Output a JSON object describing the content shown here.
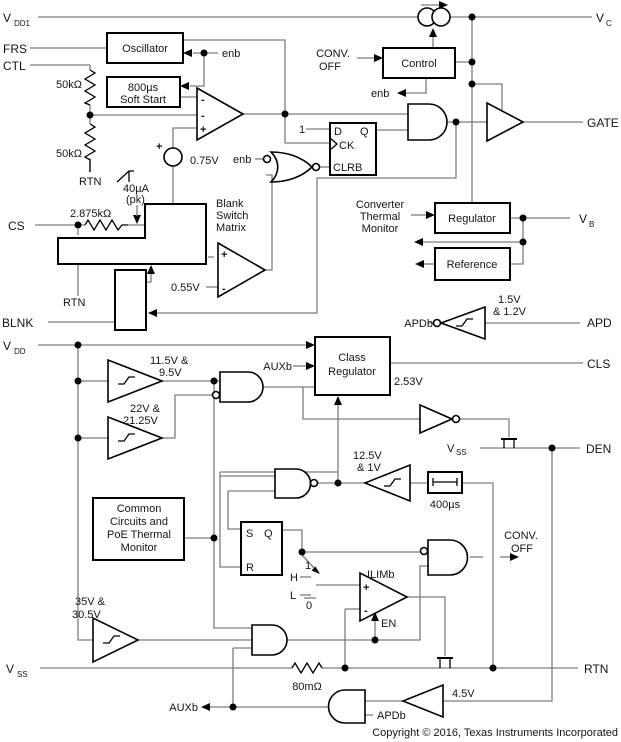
{
  "pins": {
    "vdd1": {
      "base": "V",
      "sub": "DD1"
    },
    "frs": "FRS",
    "ctl": "CTL",
    "cs": "CS",
    "blnk": "BLNK",
    "vdd": {
      "base": "V",
      "sub": "DD"
    },
    "vss": {
      "base": "V",
      "sub": "SS"
    },
    "vc": {
      "base": "V",
      "sub": "C"
    },
    "gate": "GATE",
    "vb": {
      "base": "V",
      "sub": "B"
    },
    "apd": "APD",
    "cls": "CLS",
    "den": "DEN",
    "rtn": "RTN"
  },
  "blocks": {
    "oscillator": "Oscillator",
    "soft_start": {
      "l1": "800µs",
      "l2": "Soft Start"
    },
    "control": "Control",
    "flip_flop": {
      "d": "D",
      "q": "Q",
      "ck": "CK",
      "clrb": "CLRB",
      "one": "1"
    },
    "blank_matrix": {
      "l1": "Blank",
      "l2": "Switch",
      "l3": "Matrix"
    },
    "thermal_monitor": {
      "l1": "Converter",
      "l2": "Thermal",
      "l3": "Monitor"
    },
    "regulator": "Regulator",
    "reference": "Reference",
    "class_regulator": {
      "l1": "Class",
      "l2": "Regulator"
    },
    "common_circuits": {
      "l1": "Common",
      "l2": "Circuits and",
      "l3": "PoE Thermal",
      "l4": "Monitor"
    },
    "sr_latch": {
      "s": "S",
      "q": "Q",
      "r": "R"
    },
    "deglitch": "400µs"
  },
  "values": {
    "r_div_top": "50kΩ",
    "r_div_bot": "50kΩ",
    "r_cs": "2.875kΩ",
    "r_sense": "80mΩ",
    "v_ramp": "0.75V",
    "i_pk": "40µA",
    "i_pk2": "(pk)",
    "v_blank": "0.55V",
    "v_apd": "1.5V",
    "v_apd2": "& 1.2V",
    "v_uvlo": "11.5V &",
    "v_uvlo2": "9.5V",
    "v_ovp": "22V &",
    "v_ovp2": "21.25V",
    "v_cls": "2.53V",
    "v_den": "12.5V",
    "v_den2": "& 1V",
    "v_mark": "35V &",
    "v_mark2": "30.5V",
    "v_aux": "4.5V"
  },
  "signals": {
    "enb_osc": "enb",
    "enb_nor": "enb",
    "enb_ctl": "enb",
    "conv_off_in": {
      "l1": "CONV.",
      "l2": "OFF"
    },
    "conv_off_out": {
      "l1": "CONV.",
      "l2": "OFF"
    },
    "rtn_div": "RTN",
    "rtn_matrix": "RTN",
    "auxb_cls": "AUXb",
    "auxb_out": "AUXb",
    "apdb_inv": "APDb",
    "apdb_gate": "APDb",
    "ilimb": "ILIMb",
    "en": "EN",
    "mux": {
      "h": "H",
      "one": "1",
      "l": "L",
      "zero": "0"
    },
    "vss_den": {
      "base": "V",
      "sub": "SS"
    }
  },
  "marks": {
    "plus": "+",
    "minus": "-"
  },
  "footer": {
    "copyright": "Copyright © 2016, Texas Instruments Incorporated"
  }
}
